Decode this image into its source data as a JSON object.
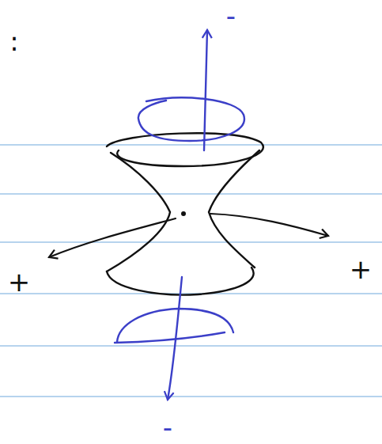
{
  "diagram": {
    "labels": [
      ":",
      "-",
      "+",
      "+",
      "-"
    ]
  }
}
